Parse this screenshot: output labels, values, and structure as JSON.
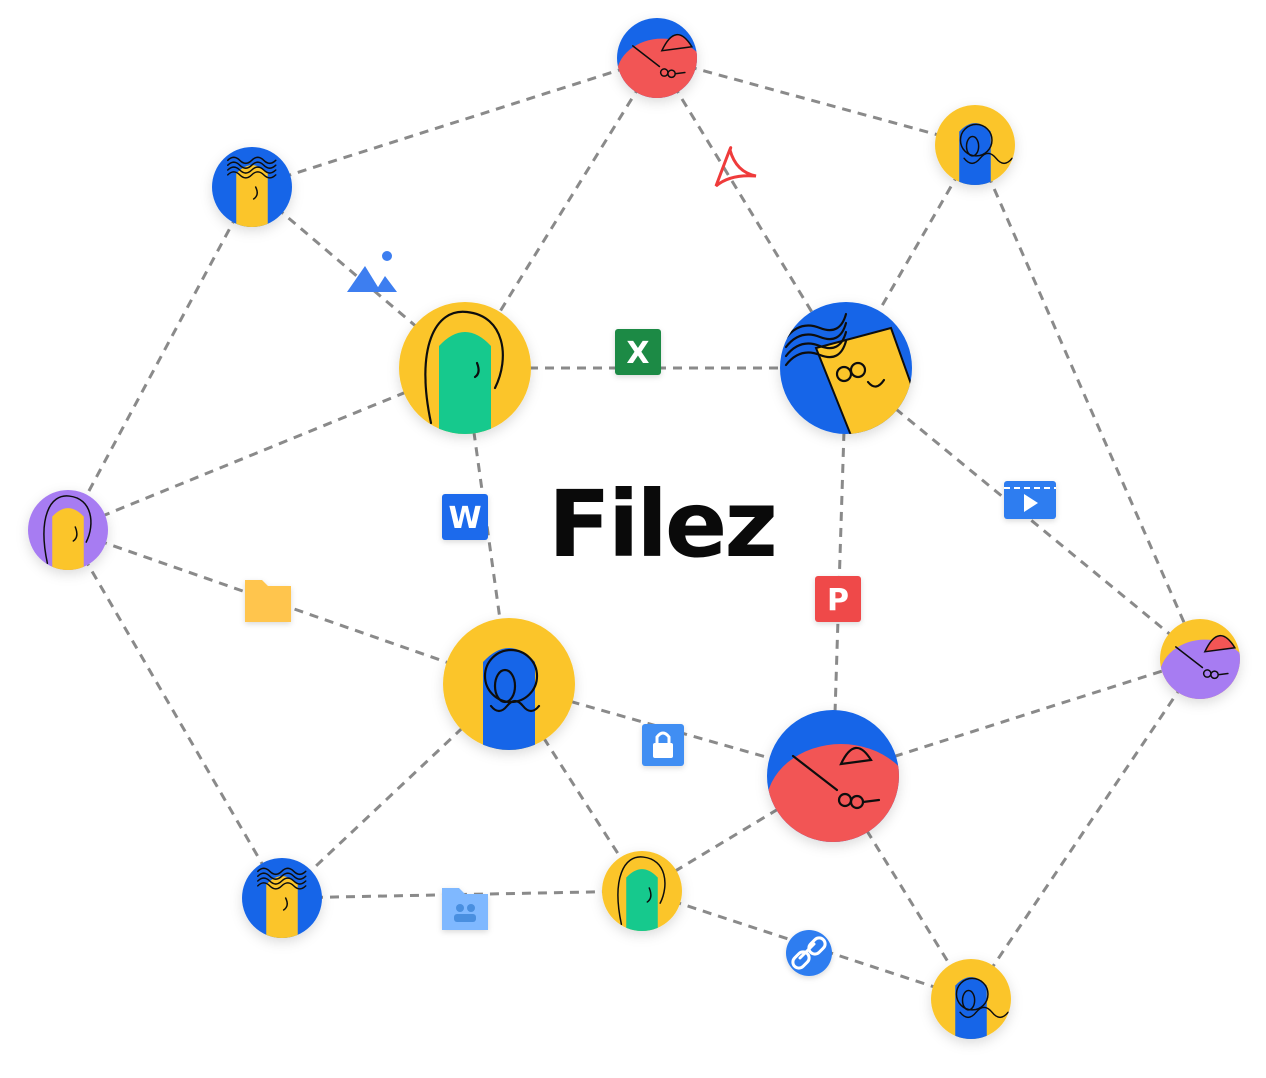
{
  "brand": {
    "name": "Filez"
  },
  "palette": {
    "blue": "#1565e8",
    "yellow": "#fbc52c",
    "red": "#f25555",
    "green": "#12c98d",
    "purple": "#a77cf2",
    "connector": "#8a8a8a",
    "ink": "#111111"
  },
  "nodes": [
    {
      "id": "top",
      "bg": "blue",
      "body": "red",
      "hair": "cap"
    },
    {
      "id": "upper-left",
      "bg": "blue",
      "body": "yellow",
      "hair": "waves"
    },
    {
      "id": "upper-right",
      "bg": "yellow",
      "body": "blue",
      "hair": "curl"
    },
    {
      "id": "hub-left",
      "bg": "yellow",
      "body": "green",
      "hair": "bob"
    },
    {
      "id": "hub-right",
      "bg": "blue",
      "body": "yellow",
      "hair": "glasses"
    },
    {
      "id": "far-left",
      "bg": "purple",
      "body": "yellow",
      "hair": "bob"
    },
    {
      "id": "mid-center",
      "bg": "yellow",
      "body": "blue",
      "hair": "curl"
    },
    {
      "id": "far-right",
      "bg": "yellow",
      "body": "purple",
      "hair": "cap"
    },
    {
      "id": "hub-bottom",
      "bg": "blue",
      "body": "red",
      "hair": "cap"
    },
    {
      "id": "lower-left",
      "bg": "blue",
      "body": "yellow",
      "hair": "waves"
    },
    {
      "id": "lower-mid",
      "bg": "yellow",
      "body": "green",
      "hair": "bob"
    },
    {
      "id": "lower-right",
      "bg": "yellow",
      "body": "blue",
      "hair": "curl"
    }
  ],
  "edges": [
    [
      "top",
      "upper-left"
    ],
    [
      "top",
      "upper-right"
    ],
    [
      "top",
      "hub-left"
    ],
    [
      "top",
      "hub-right"
    ],
    [
      "upper-left",
      "hub-left"
    ],
    [
      "upper-left",
      "far-left"
    ],
    [
      "upper-right",
      "hub-right"
    ],
    [
      "upper-right",
      "far-right"
    ],
    [
      "hub-left",
      "hub-right"
    ],
    [
      "hub-left",
      "far-left"
    ],
    [
      "hub-left",
      "mid-center"
    ],
    [
      "hub-right",
      "hub-bottom"
    ],
    [
      "hub-right",
      "far-right"
    ],
    [
      "far-left",
      "mid-center"
    ],
    [
      "far-left",
      "lower-left"
    ],
    [
      "mid-center",
      "hub-bottom"
    ],
    [
      "mid-center",
      "lower-left"
    ],
    [
      "mid-center",
      "lower-mid"
    ],
    [
      "hub-bottom",
      "far-right"
    ],
    [
      "hub-bottom",
      "lower-mid"
    ],
    [
      "hub-bottom",
      "lower-right"
    ],
    [
      "far-right",
      "lower-right"
    ],
    [
      "lower-left",
      "lower-mid"
    ],
    [
      "lower-mid",
      "lower-right"
    ]
  ],
  "file_icons": [
    {
      "name": "pdf-icon",
      "glyph": "",
      "color": "#ef3b3b"
    },
    {
      "name": "image-icon",
      "glyph": "",
      "color": "#3d7ef0"
    },
    {
      "name": "excel-icon",
      "glyph": "X",
      "color": "#1d8a45"
    },
    {
      "name": "word-icon",
      "glyph": "W",
      "color": "#1f6bec"
    },
    {
      "name": "video-icon",
      "glyph": "",
      "color": "#2d7df0"
    },
    {
      "name": "folder-icon",
      "glyph": "",
      "color": "#ffc54d"
    },
    {
      "name": "powerpoint-icon",
      "glyph": "P",
      "color": "#ef4a4a"
    },
    {
      "name": "lock-icon",
      "glyph": "",
      "color": "#3f8ef3"
    },
    {
      "name": "shared-folder-icon",
      "glyph": "",
      "color": "#7fb8ff"
    },
    {
      "name": "link-icon",
      "glyph": "",
      "color": "#2d7df0"
    }
  ]
}
